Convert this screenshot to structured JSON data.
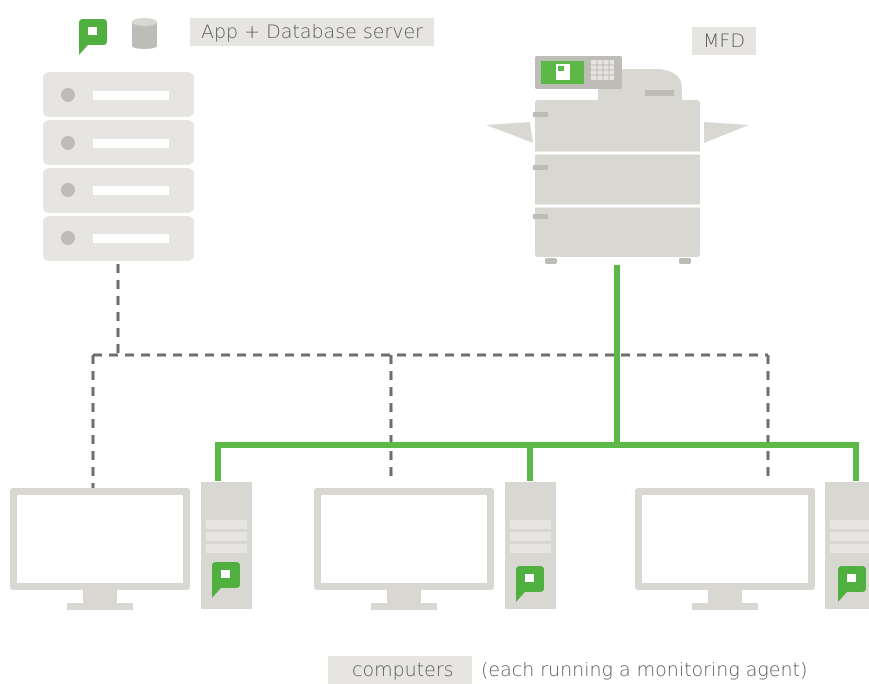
{
  "labels": {
    "server": "App + Database server",
    "mfd": "MFD",
    "computers": "computers",
    "computers_note": "(each running a monitoring agent)"
  },
  "colors": {
    "device_gray": "#d8d7d1",
    "device_light": "#e6e5e1",
    "device_dark": "#bdbcb6",
    "network_green": "#5cb847",
    "dashed_gray": "#6d6d6d",
    "logo_green": "#4fb040"
  },
  "icons": {
    "app": "papercut-logo-icon",
    "database": "database-icon"
  }
}
